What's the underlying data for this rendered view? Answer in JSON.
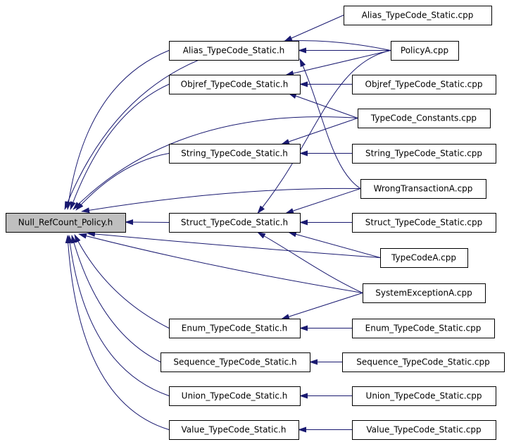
{
  "diagram": {
    "edge_color": "#191970",
    "root_fill": "#bfbfbf",
    "nodes": [
      {
        "id": "null_refcount",
        "label": "Null_RefCount_Policy.h"
      },
      {
        "id": "alias_h",
        "label": "Alias_TypeCode_Static.h"
      },
      {
        "id": "objref_h",
        "label": "Objref_TypeCode_Static.h"
      },
      {
        "id": "string_h",
        "label": "String_TypeCode_Static.h"
      },
      {
        "id": "struct_h",
        "label": "Struct_TypeCode_Static.h"
      },
      {
        "id": "enum_h",
        "label": "Enum_TypeCode_Static.h"
      },
      {
        "id": "sequence_h",
        "label": "Sequence_TypeCode_Static.h"
      },
      {
        "id": "union_h",
        "label": "Union_TypeCode_Static.h"
      },
      {
        "id": "value_h",
        "label": "Value_TypeCode_Static.h"
      },
      {
        "id": "alias_cpp",
        "label": "Alias_TypeCode_Static.cpp"
      },
      {
        "id": "policya_cpp",
        "label": "PolicyA.cpp"
      },
      {
        "id": "objref_cpp",
        "label": "Objref_TypeCode_Static.cpp"
      },
      {
        "id": "tc_constants_cpp",
        "label": "TypeCode_Constants.cpp"
      },
      {
        "id": "string_cpp",
        "label": "String_TypeCode_Static.cpp"
      },
      {
        "id": "wrongtx_cpp",
        "label": "WrongTransactionA.cpp"
      },
      {
        "id": "struct_cpp",
        "label": "Struct_TypeCode_Static.cpp"
      },
      {
        "id": "typecodea_cpp",
        "label": "TypeCodeA.cpp"
      },
      {
        "id": "sysexc_cpp",
        "label": "SystemExceptionA.cpp"
      },
      {
        "id": "enum_cpp",
        "label": "Enum_TypeCode_Static.cpp"
      },
      {
        "id": "sequence_cpp",
        "label": "Sequence_TypeCode_Static.cpp"
      },
      {
        "id": "union_cpp",
        "label": "Union_TypeCode_Static.cpp"
      },
      {
        "id": "value_cpp",
        "label": "Value_TypeCode_Static.cpp"
      }
    ],
    "edges": [
      {
        "from": "alias_h",
        "to": "null_refcount"
      },
      {
        "from": "objref_h",
        "to": "null_refcount"
      },
      {
        "from": "string_h",
        "to": "null_refcount"
      },
      {
        "from": "struct_h",
        "to": "null_refcount"
      },
      {
        "from": "enum_h",
        "to": "null_refcount"
      },
      {
        "from": "sequence_h",
        "to": "null_refcount"
      },
      {
        "from": "union_h",
        "to": "null_refcount"
      },
      {
        "from": "value_h",
        "to": "null_refcount"
      },
      {
        "from": "policya_cpp",
        "to": "null_refcount"
      },
      {
        "from": "tc_constants_cpp",
        "to": "null_refcount"
      },
      {
        "from": "wrongtx_cpp",
        "to": "null_refcount"
      },
      {
        "from": "typecodea_cpp",
        "to": "null_refcount"
      },
      {
        "from": "sysexc_cpp",
        "to": "null_refcount"
      },
      {
        "from": "alias_cpp",
        "to": "alias_h"
      },
      {
        "from": "policya_cpp",
        "to": "alias_h"
      },
      {
        "from": "wrongtx_cpp",
        "to": "alias_h"
      },
      {
        "from": "policya_cpp",
        "to": "objref_h"
      },
      {
        "from": "objref_cpp",
        "to": "objref_h"
      },
      {
        "from": "tc_constants_cpp",
        "to": "objref_h"
      },
      {
        "from": "tc_constants_cpp",
        "to": "string_h"
      },
      {
        "from": "string_cpp",
        "to": "string_h"
      },
      {
        "from": "policya_cpp",
        "to": "struct_h"
      },
      {
        "from": "wrongtx_cpp",
        "to": "struct_h"
      },
      {
        "from": "struct_cpp",
        "to": "struct_h"
      },
      {
        "from": "typecodea_cpp",
        "to": "struct_h"
      },
      {
        "from": "sysexc_cpp",
        "to": "struct_h"
      },
      {
        "from": "sysexc_cpp",
        "to": "enum_h"
      },
      {
        "from": "enum_cpp",
        "to": "enum_h"
      },
      {
        "from": "sequence_cpp",
        "to": "sequence_h"
      },
      {
        "from": "union_cpp",
        "to": "union_h"
      },
      {
        "from": "value_cpp",
        "to": "value_h"
      }
    ]
  }
}
